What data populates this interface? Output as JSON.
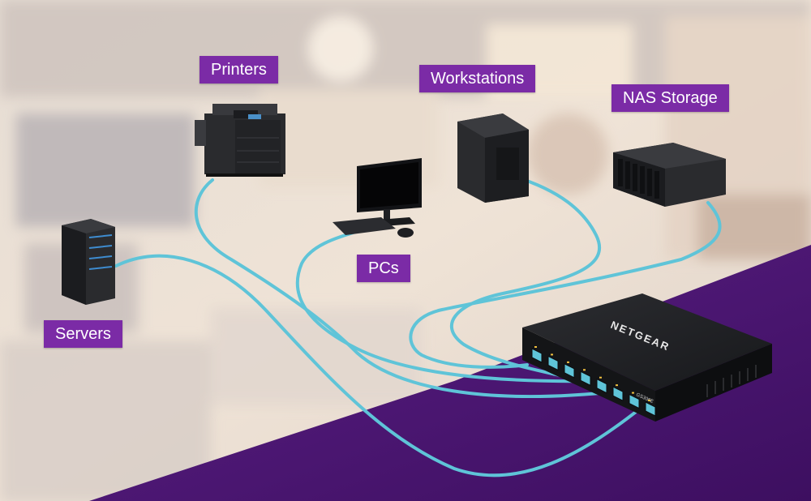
{
  "labels": {
    "printers": "Printers",
    "workstations": "Workstations",
    "nas_storage": "NAS Storage",
    "pcs": "PCs",
    "servers": "Servers"
  },
  "switch": {
    "brand": "NETGEAR",
    "model": "GS308E",
    "port_count": 8
  },
  "colors": {
    "label_bg": "#7b2ba6",
    "cable": "#5fc4d8",
    "floor": "#4d1873",
    "device": "#1e1f22"
  }
}
